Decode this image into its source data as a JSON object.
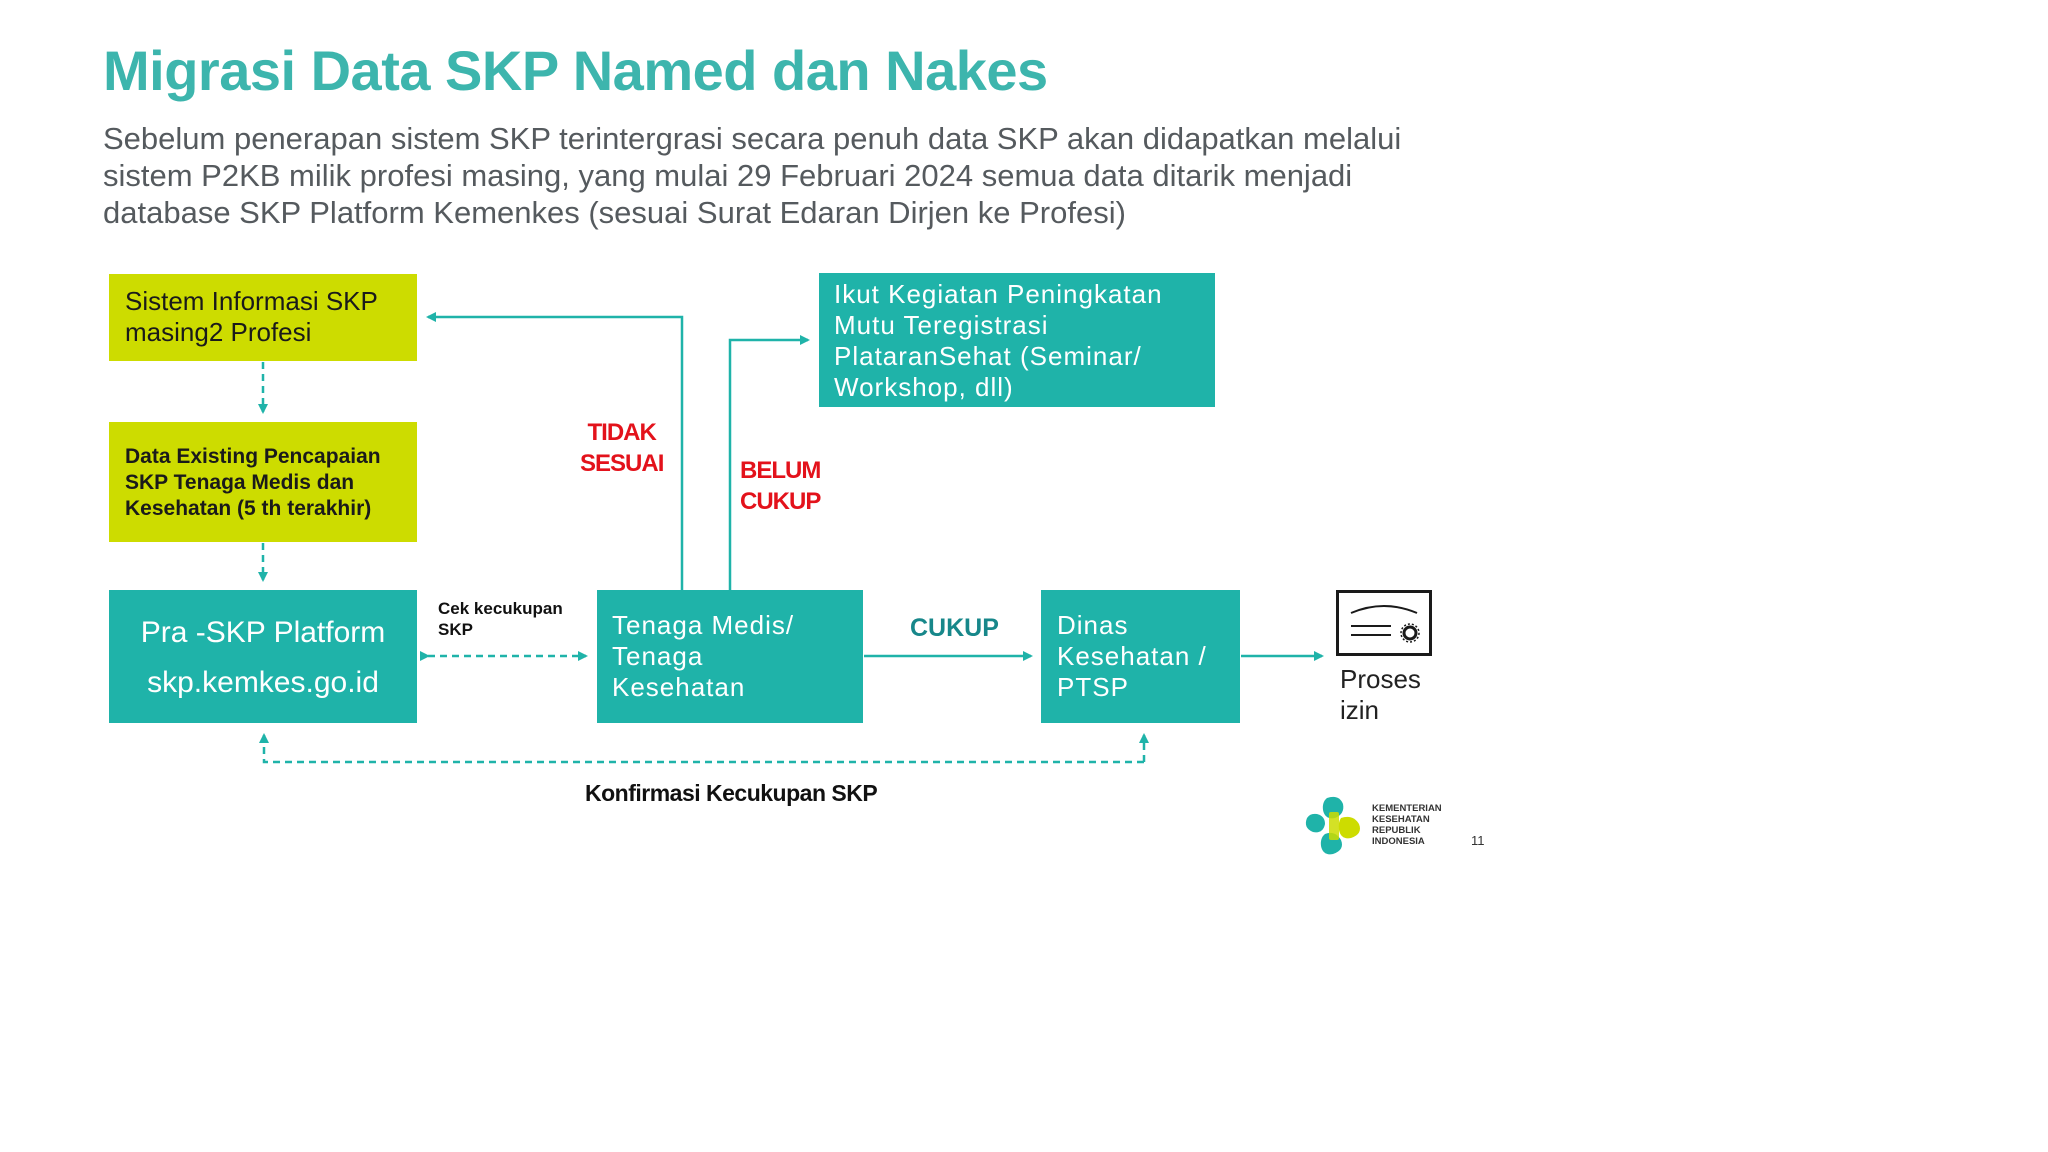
{
  "slide": {
    "title": "Migrasi Data SKP Named dan Nakes",
    "subtitle_lines": [
      "Sebelum penerapan sistem SKP terintergrasi secara penuh data SKP akan didapatkan melalui",
      "sistem P2KB milik profesi masing, yang mulai 29 Februari 2024 semua data ditarik menjadi",
      "database SKP Platform Kemenkes (sesuai Surat Edaran Dirjen ke Profesi)"
    ],
    "page_number": "11"
  },
  "boxes": {
    "sistem_informasi": [
      "Sistem Informasi SKP",
      "masing2 Profesi"
    ],
    "data_existing": [
      "Data Existing Pencapaian",
      "SKP Tenaga Medis dan",
      "Kesehatan (5 th terakhir)"
    ],
    "pra_skp": [
      "Pra -SKP Platform",
      "skp.kemkes.go.id"
    ],
    "tenaga_medis": [
      "Tenaga Medis/",
      "Tenaga",
      "Kesehatan"
    ],
    "ikut_kegiatan": [
      "Ikut Kegiatan Peningkatan",
      "Mutu Teregistrasi",
      "PlataranSehat (Seminar/",
      "Workshop, dll)"
    ],
    "dinas": [
      "Dinas",
      "Kesehatan /",
      "PTSP"
    ]
  },
  "labels": {
    "tidak_sesuai": [
      "TIDAK",
      "SESUAI"
    ],
    "belum_cukup": [
      "BELUM",
      "CUKUP"
    ],
    "cukup": "CUKUP",
    "cek_kecukupan": [
      "Cek kecukupan",
      "SKP"
    ],
    "konfirmasi": "Konfirmasi Kecukupan SKP",
    "proses_izin": [
      "Proses",
      "izin"
    ]
  },
  "logo": {
    "text_lines": [
      "KEMENTERIAN",
      "KESEHATAN",
      "REPUBLIK",
      "INDONESIA"
    ]
  },
  "colors": {
    "title": "#3db5ad",
    "teal_box": "#1fb3a9",
    "lime_box": "#cddc00",
    "alert_red": "#e3121b",
    "cukup_teal": "#17878a"
  },
  "icons": {
    "certificate": "certificate-icon",
    "logo": "kemenkes-logo-icon"
  }
}
